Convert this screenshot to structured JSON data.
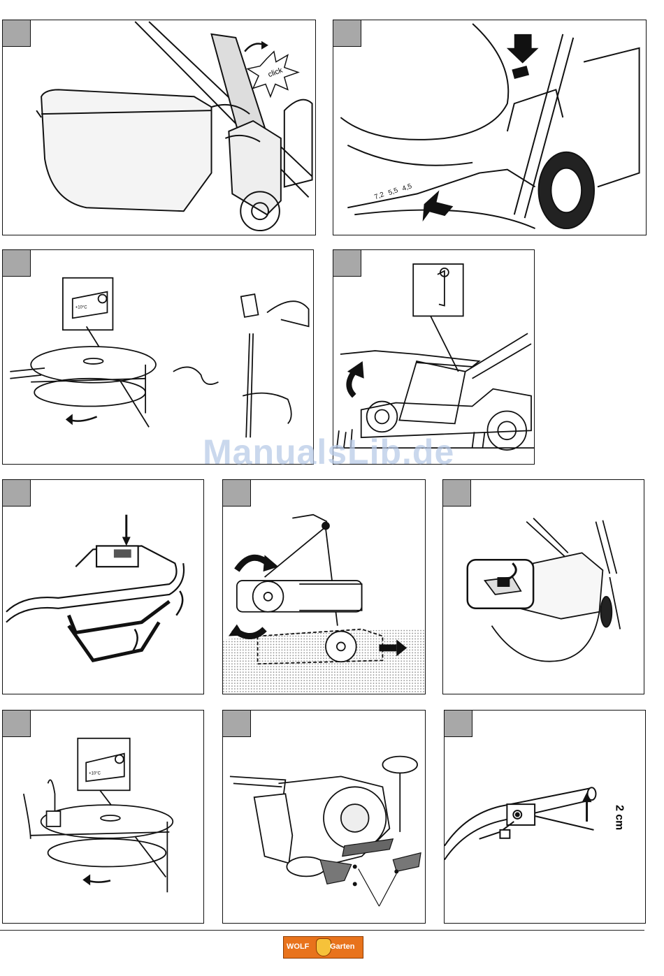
{
  "panels": [
    {
      "id": "p1",
      "callouts": [
        "click"
      ]
    },
    {
      "id": "p2",
      "callouts": [
        "7,2",
        "5,5",
        "4,5"
      ]
    },
    {
      "id": "p3",
      "callouts": [
        "+10°C"
      ]
    },
    {
      "id": "p4",
      "callouts": []
    },
    {
      "id": "p5",
      "callouts": []
    },
    {
      "id": "p6",
      "callouts": []
    },
    {
      "id": "p7",
      "callouts": []
    },
    {
      "id": "p8",
      "callouts": [
        "+10°C"
      ]
    },
    {
      "id": "p9",
      "callouts": []
    },
    {
      "id": "p10",
      "callouts": [
        "2 cm"
      ]
    }
  ],
  "watermark": "ManualsLib.de",
  "logo": {
    "left": "WOLF",
    "right": "Garten"
  },
  "colors": {
    "tab": "#a8a8a8",
    "logo": "#e8731c",
    "watermark": "#b9cbe8"
  }
}
